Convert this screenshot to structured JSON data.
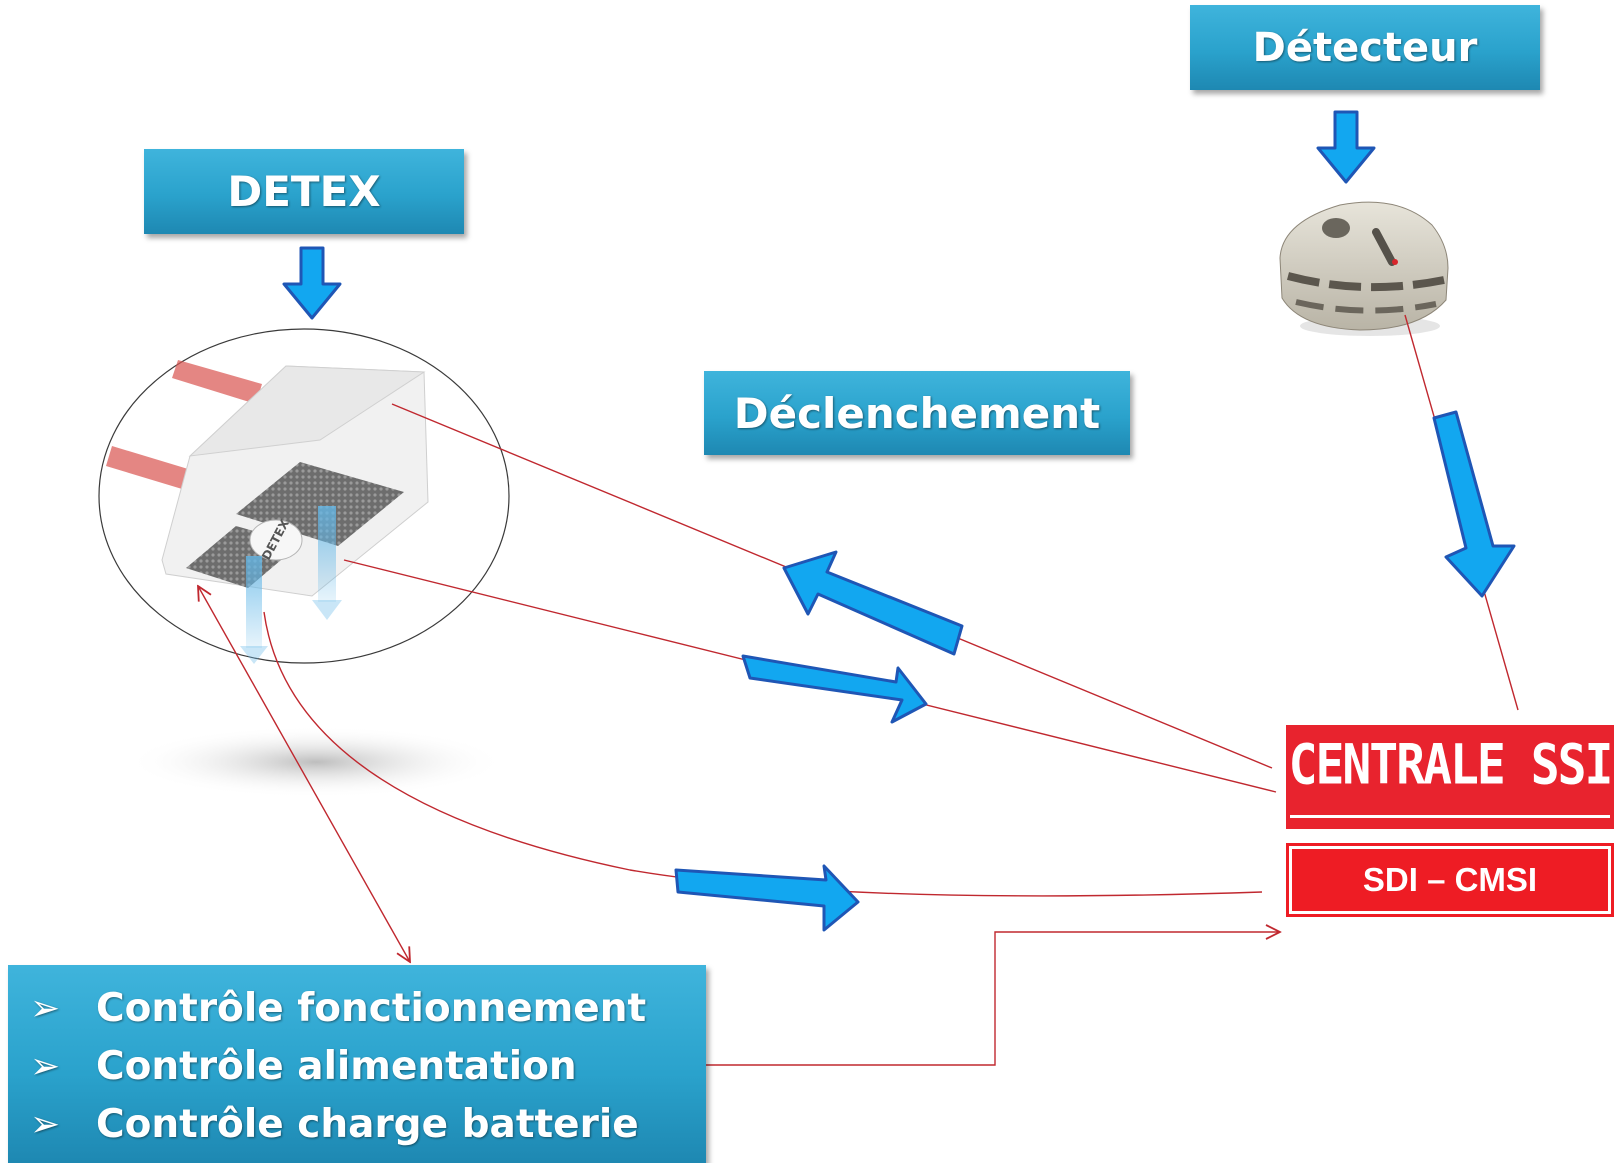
{
  "labels": {
    "detecteur": "Détecteur",
    "detex": "DETEX",
    "declenchement": "Déclenchement",
    "device_brand": "DETEX"
  },
  "controls": {
    "bullet": "➢",
    "items": [
      "Contrôle fonctionnement",
      "Contrôle alimentation",
      "Contrôle charge batterie"
    ]
  },
  "central": {
    "title": "CENTRALE SSI",
    "subtitle": "SDI – CMSI"
  },
  "colors": {
    "label_blue": "#2aa2cc",
    "arrow_blue": "#12a7f0",
    "arrow_outline": "#1f56b5",
    "connector_red": "#c0282f",
    "central_red": "#e8232e"
  }
}
